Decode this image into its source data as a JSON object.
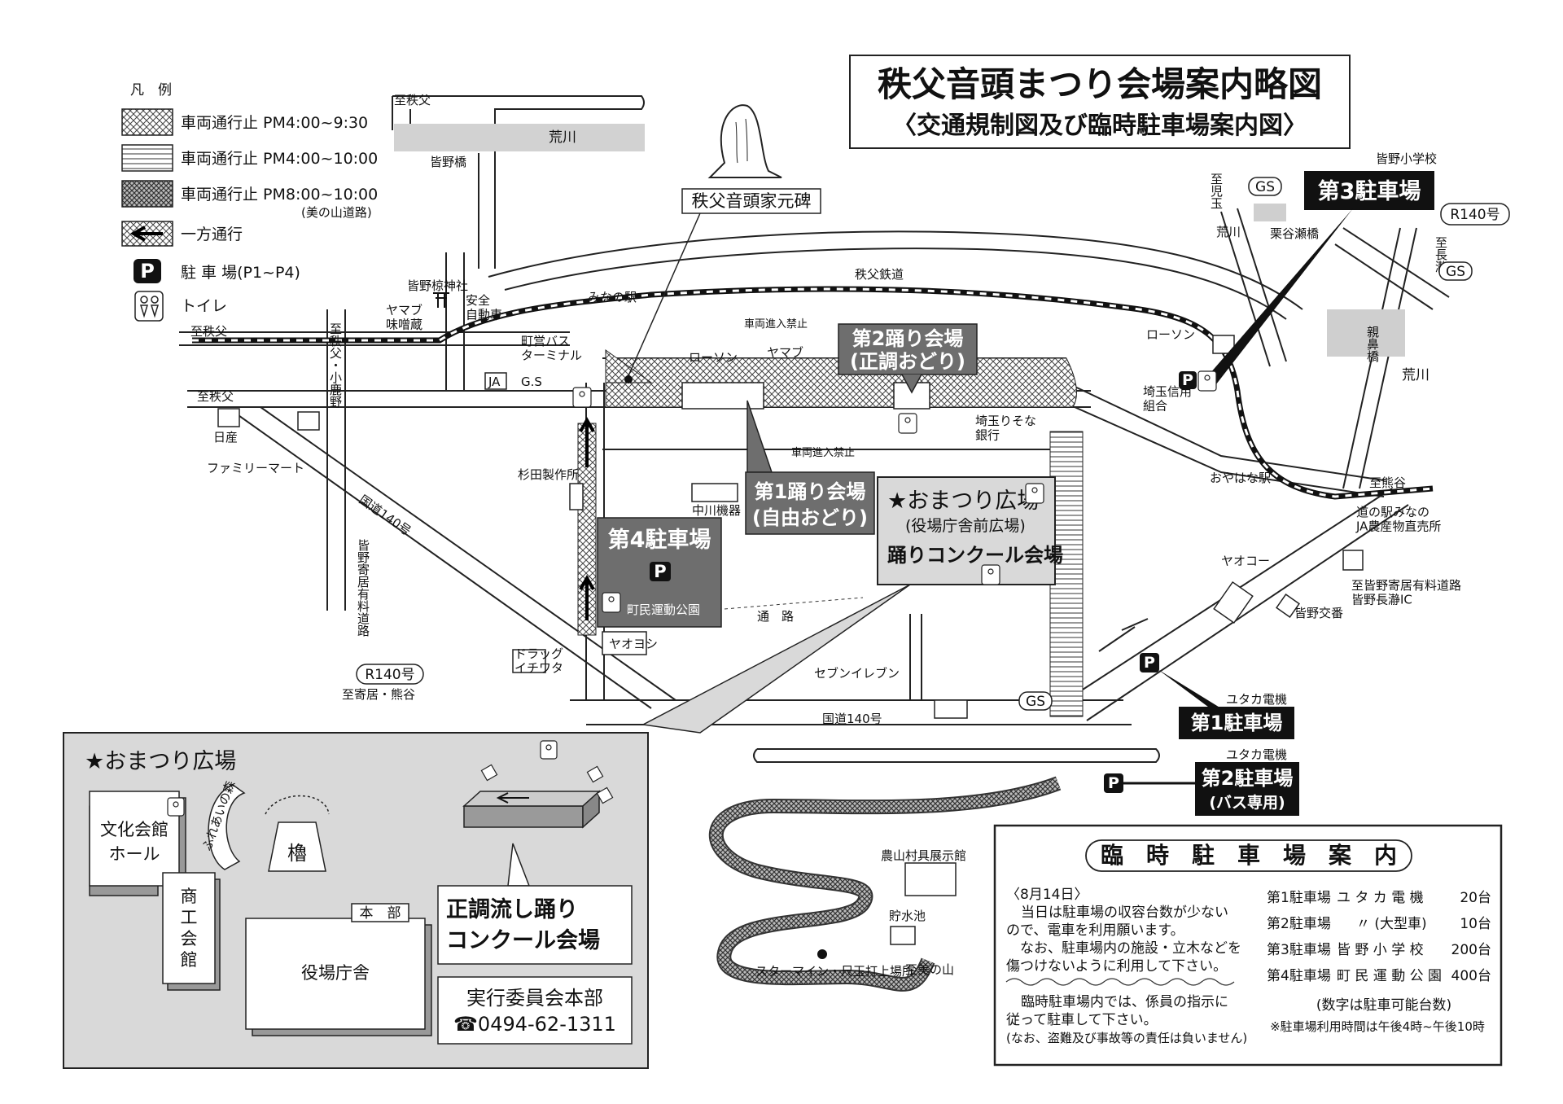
{
  "title": {
    "main": "秩父音頭まつり会場案内略図",
    "sub": "〈交通規制図及び臨時駐車場案内図〉"
  },
  "legend": {
    "heading": "凡　例",
    "items": [
      {
        "label": "車両通行止 PM4:00~9:30"
      },
      {
        "label": "車両通行止 PM4:00~10:00"
      },
      {
        "label": "車両通行止 PM8:00~10:00",
        "note": "(美の山道路)"
      },
      {
        "label": "一方通行"
      },
      {
        "label": "駐 車 場(P1~P4)"
      },
      {
        "label": "トイレ"
      }
    ]
  },
  "map_labels": {
    "to_chichibu_top": "至秩父",
    "arakawa_top": "荒川",
    "minano_bridge": "皆野橋",
    "monument": "秩父音頭家元碑",
    "to_chichibu_left": "至秩父",
    "to_chichibu_left2": "至秩父",
    "to_chichibu_ogano": "至秩父・小鹿野",
    "yamabu_miso": "ヤマブ\n味噌蔵",
    "shrine": "皆野椋神社",
    "anzen_jidosha": "安全\n自動車",
    "minano_station": "みなの駅",
    "chichibu_railway": "秩父鉄道",
    "town_bus_terminal": "町営バス\nターミナル",
    "ja": "JA",
    "gs_left": "G.S",
    "lawson_1": "ローソン",
    "yamabu": "ヤマブ",
    "no_entry_1": "車両進入禁止",
    "no_entry_2": "車両進入禁止",
    "nissan": "日産",
    "familymart": "ファミリーマート",
    "route140_diag": "国道140号",
    "minano_yorii_toll": "皆野寄居有料道路",
    "sugita": "杉田製作所",
    "nakagawa": "中川機器",
    "saitama_resona": "埼玉りそな\n銀行",
    "saitama_shinkin": "埼玉信用\n組合",
    "lawson_2": "ローソン",
    "oyahana_station": "おやはな駅",
    "to_kumagaya": "至熊谷",
    "michinoeki": "道の駅みなの\nJA農産物直売所",
    "to_yorii_toll": "至皆野寄居有料道路\n皆野長瀞IC",
    "minano_koban": "皆野交番",
    "yaoko": "ヤオコー",
    "seven_eleven": "セブンイレブン",
    "gs_bottom": "GS",
    "route140_bottom": "国道140号",
    "r140_left": "R140号",
    "to_yorii_kumagaya": "至寄居・熊谷",
    "drug_ichiwata": "ドラッグ\nイチワタ",
    "yaoyoshi": "ヤオヨシ",
    "tsuro": "通　路",
    "gs_top": "GS",
    "to_kodama": "至児玉",
    "arakawa_right1": "荒川",
    "kuyase_bridge": "栗谷瀬橋",
    "minano_school": "皆野小学校",
    "r140_right": "R140号",
    "to_nagatoro": "至長瀞",
    "gs_right": "GS",
    "oyahana_bridge": "親鼻橋",
    "arakawa_right2": "荒川",
    "yutaka_1": "ユタカ電機",
    "yutaka_2": "ユタカ電機",
    "nosan_museum": "農山村具展示館",
    "chosuichi": "貯水池",
    "starmine": "スターマイン・尺玉打上場所",
    "to_minonoyama": "至美の山"
  },
  "venues": {
    "venue1": "第1踊り会場\n(自由おどり)",
    "venue2": "第2踊り会場\n(正調おどり)",
    "plaza_title": "★おまつり広場",
    "plaza_sub": "(役場庁舎前広場)",
    "plaza_contest": "踊りコンクール会場"
  },
  "parking": {
    "p1": "第1駐車場",
    "p2": "第2駐車場",
    "p2_sub": "(バス専用)",
    "p3": "第3駐車場",
    "p4": "第4駐車場",
    "p_symbol": "P",
    "p4_park": "町民運動公園"
  },
  "inset": {
    "title": "★おまつり広場",
    "bunka": "文化会館\nホール",
    "shoko": "商\n工\n会\n館",
    "yakuba": "役場庁舎",
    "honbu_tag": "本　部",
    "yagura": "櫓",
    "curve_label": "ふれあいの森",
    "contest_box": "正調流し踊り\nコンクール会場",
    "hq_box": "実行委員会本部",
    "hq_tel": "☎0494-62-1311"
  },
  "parking_info": {
    "heading": "臨　時　駐　車　場　案　内",
    "date": "〈8月14日〉",
    "note1": "当日は駐車場の収容台数が少ない\nので、電車を利用願います。\n　なお、駐車場内の施設・立木などを\n傷つけないように利用して下さい。",
    "note2": "臨時駐車場内では、係員の指示に\n従って駐車して下さい。\n(なお、盗難及び事故等の責任は負いません)",
    "rows": [
      {
        "name": "第1駐車場",
        "place": "ユ タ カ 電 機",
        "count": "20台"
      },
      {
        "name": "第2駐車場",
        "place": "〃 (大型車)",
        "count": "10台"
      },
      {
        "name": "第3駐車場",
        "place": "皆 野 小 学 校",
        "count": "200台"
      },
      {
        "name": "第4駐車場",
        "place": "町 民 運 動 公 園",
        "count": "400台"
      }
    ],
    "footnote1": "(数字は駐車可能台数)",
    "footnote2": "※駐車場利用時間は午後4時~午後10時"
  },
  "colors": {
    "dark_gray": "#6e6e6e",
    "light_gray": "#d9d9d9",
    "black": "#111111"
  }
}
